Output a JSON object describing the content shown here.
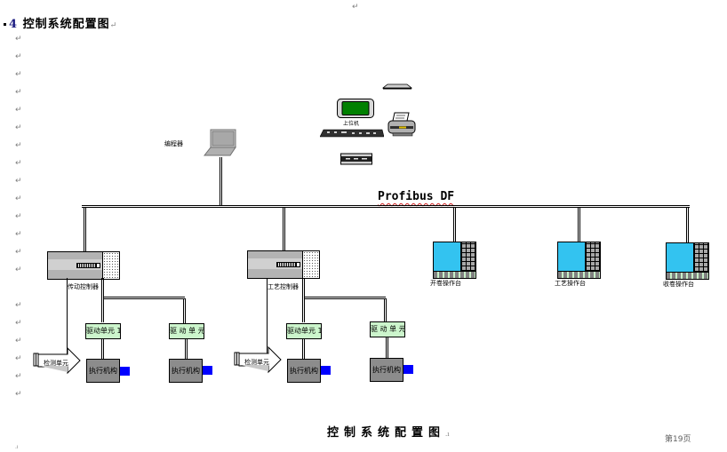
{
  "document": {
    "section_heading": {
      "number": "4",
      "title": "控制系统配置图"
    },
    "paragraph_mark": "↵",
    "figure_caption": "控制系统配置图",
    "page_label": "第19页"
  },
  "diagram": {
    "bus_label": "Profibus DF",
    "host": {
      "label": "上位机",
      "devices": [
        "monitor-icon",
        "keyboard-icon",
        "printer-icon",
        "cpu-unit-icon",
        "scanner-icon"
      ]
    },
    "programmer": {
      "label": "编程器"
    },
    "controllers": [
      {
        "label": "传动控制器",
        "sensor_label": "检测单元",
        "drive_units": [
          {
            "label": "驱动单元 1",
            "actuator_label": "执行机构"
          },
          {
            "label": "驱 动 单 元",
            "actuator_label": "执行机构"
          }
        ]
      },
      {
        "label": "工艺控制器",
        "sensor_label": "检测单元",
        "drive_units": [
          {
            "label": "驱动单元 1",
            "actuator_label": "执行机构"
          },
          {
            "label": "驱 动 单 元",
            "actuator_label": "执行机构"
          }
        ]
      }
    ],
    "operator_stations": [
      {
        "label": "开卷操作台"
      },
      {
        "label": "工艺操作台"
      },
      {
        "label": "收卷操作台"
      }
    ],
    "colors": {
      "station_screen": "#33c3f0",
      "drive_unit_fill": "#ccf5cc",
      "actuator_fill": "#8c8c8c",
      "motor_fill": "#0000ff",
      "spellcheck_underline": "#d02020"
    }
  }
}
